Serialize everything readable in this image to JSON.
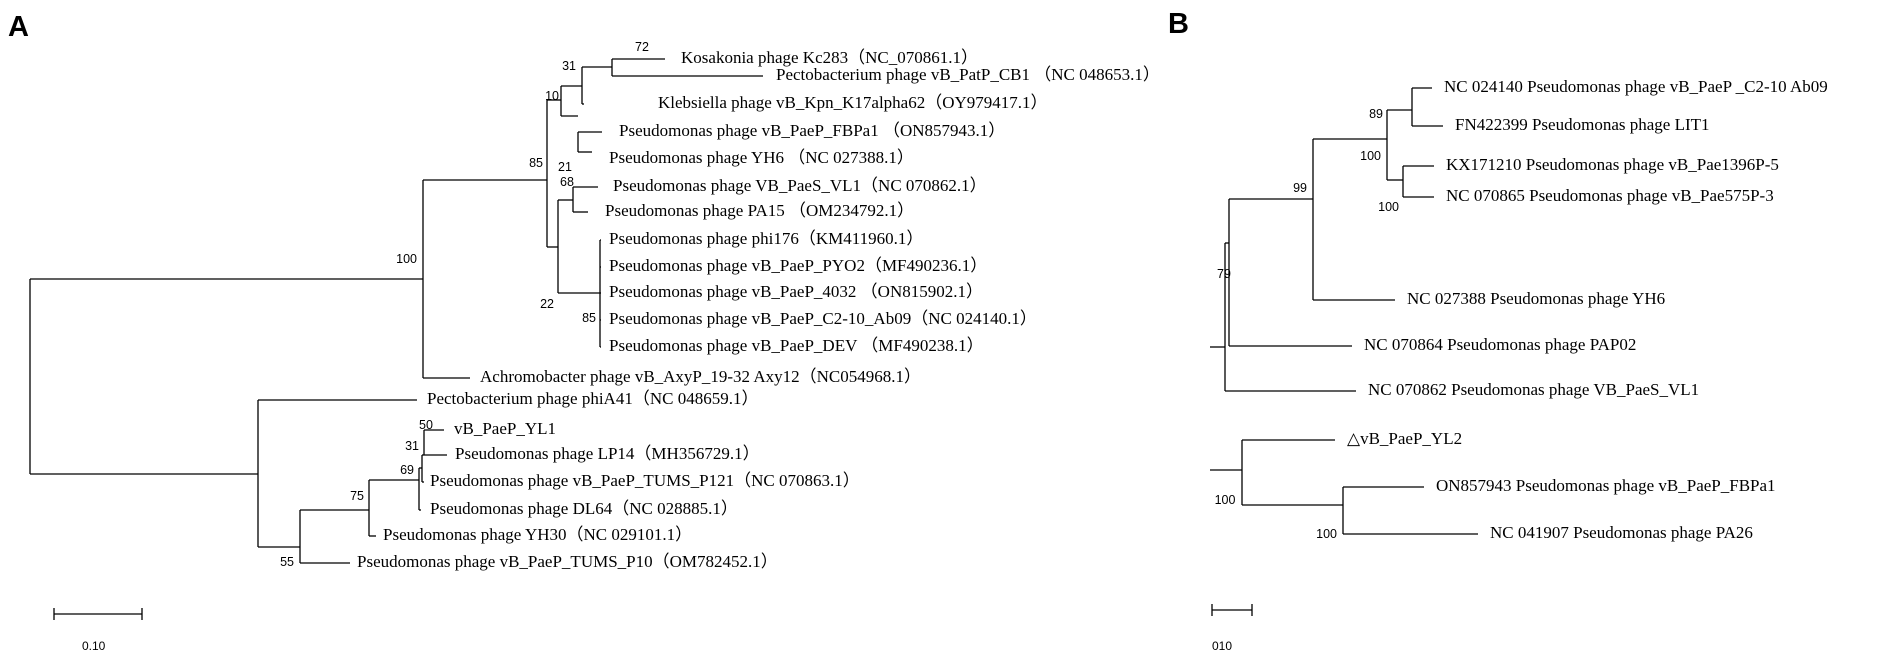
{
  "panel_a": {
    "label": "A",
    "scale_label": "0.10",
    "leaves": [
      "Kosakonia phage Kc283（NC_070861.1）",
      "Pectobacterium phage vB_PatP_CB1 （NC 048653.1）",
      "Klebsiella phage vB_Kpn_K17alpha62（OY979417.1）",
      "Pseudomonas phage vB_PaeP_FBPa1 （ON857943.1）",
      "Pseudomonas phage YH6 （NC 027388.1）",
      "Pseudomonas phage VB_PaeS_VL1（NC 070862.1）",
      "Pseudomonas phage PA15 （OM234792.1）",
      "Pseudomonas phage phi176（KM411960.1）",
      "Pseudomonas phage vB_PaeP_PYO2（MF490236.1）",
      "Pseudomonas phage vB_PaeP_4032 （ON815902.1）",
      "Pseudomonas phage vB_PaeP_C2-10_Ab09（NC 024140.1）",
      "Pseudomonas phage vB_PaeP_DEV （MF490238.1）",
      "Achromobacter phage vB_AxyP_19-32 Axy12（NC054968.1）",
      "Pectobacterium phage phiA41（NC 048659.1）",
      "vB_PaeP_YL1",
      "Pseudomonas phage LP14（MH356729.1）",
      "Pseudomonas phage vB_PaeP_TUMS_P121（NC 070863.1）",
      "Pseudomonas phage DL64（NC 028885.1）",
      "Pseudomonas phage YH30（NC 029101.1）",
      "Pseudomonas phage vB_PaeP_TUMS_P10（OM782452.1）"
    ],
    "supports": [
      "72",
      "31",
      "10",
      "85",
      "21",
      "68",
      "22",
      "85",
      "100",
      "50",
      "31",
      "69",
      "75",
      "55"
    ]
  },
  "panel_b": {
    "label": "B",
    "scale_label": "010",
    "leaves": [
      "NC 024140 Pseudomonas phage vB_PaeP _C2-10 Ab09",
      "FN422399 Pseudomonas phage LIT1",
      "KX171210 Pseudomonas phage vB_Pae1396P-5",
      "NC 070865 Pseudomonas phage vB_Pae575P-3",
      "NC 027388 Pseudomonas phage YH6",
      "NC 070864 Pseudomonas phage PAP02",
      "NC 070862 Pseudomonas phage VB_PaeS_VL1",
      "△vB_PaeP_YL2",
      "ON857943 Pseudomonas phage vB_PaeP_FBPa1",
      "NC 041907 Pseudomonas phage PA26"
    ],
    "supports": [
      "89",
      "100",
      "100",
      "99",
      "79",
      "100",
      "100"
    ]
  }
}
